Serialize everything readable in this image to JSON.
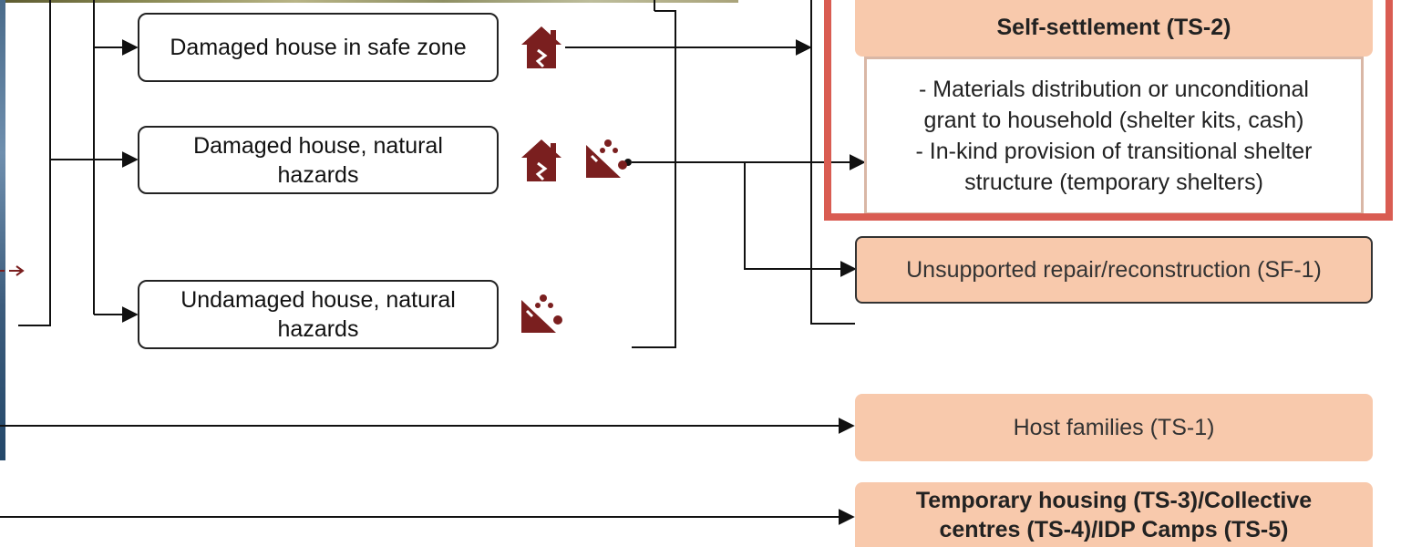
{
  "decisions": {
    "safe_zone": "Damaged house in safe zone",
    "damaged_hazards_line1": "Damaged house, natural",
    "damaged_hazards_line2": "hazards",
    "undamaged_hazards_line1": "Undamaged house, natural",
    "undamaged_hazards_line2": "hazards"
  },
  "outcomes": {
    "self_settlement_title": "Self-settlement (TS-2)",
    "self_settlement_detail_1": "- Materials distribution or unconditional",
    "self_settlement_detail_2": "grant to household (shelter kits, cash)",
    "self_settlement_detail_3": "- In-kind provision of transitional shelter",
    "self_settlement_detail_4": "structure (temporary shelters)",
    "unsupported_repair": "Unsupported repair/reconstruction (SF-1)",
    "host_families": "Host families (TS-1)",
    "temporary_housing_line1": "Temporary housing (TS-3)/Collective",
    "temporary_housing_line2": "centres (TS-4)/IDP Camps (TS-5)"
  },
  "icons": {
    "damaged_house": "damaged-house-icon",
    "natural_hazard": "landslide-hazard-icon"
  },
  "colors": {
    "icon": "#7a1f1f",
    "outcome_fill": "#f8c9ac",
    "highlight": "#d95c52",
    "line": "#111111"
  }
}
